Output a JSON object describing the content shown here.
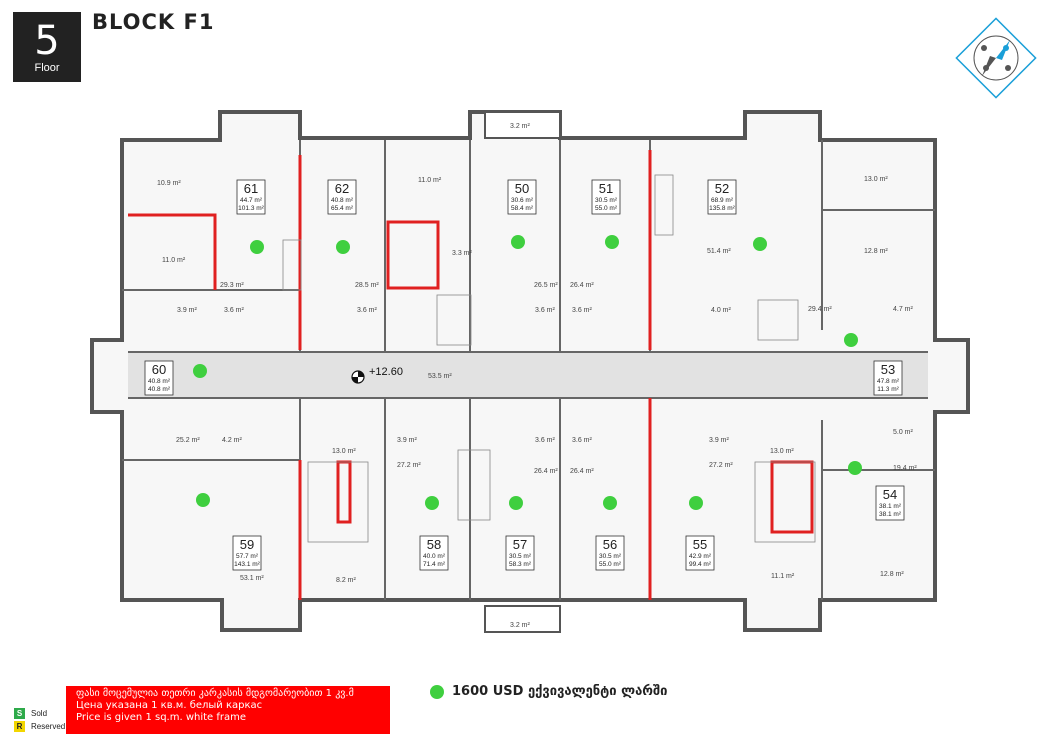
{
  "header": {
    "floor_number": "5",
    "floor_label": "Floor",
    "block_title": "BLOCK F1"
  },
  "colors": {
    "wall": "#555555",
    "red_accent": "#e02020",
    "available_dot": "#3fcf3f",
    "sold": "#2eaa4a",
    "reserved": "#f2d600",
    "note_bg": "#ff0000"
  },
  "level_mark": "+12.60",
  "corridor_area": "53.5 m²",
  "balconies": {
    "top": "3.2 m²",
    "bottom": "3.2 m²"
  },
  "units": [
    {
      "id": "61",
      "area1": "44.7 m²",
      "area2": "101.3 m²"
    },
    {
      "id": "62",
      "area1": "40.8 m²",
      "area2": "65.4 m²"
    },
    {
      "id": "50",
      "area1": "30.6 m²",
      "area2": "58.4 m²"
    },
    {
      "id": "51",
      "area1": "30.5 m²",
      "area2": "55.0 m²"
    },
    {
      "id": "52",
      "area1": "68.9 m²",
      "area2": "135.8 m²"
    },
    {
      "id": "53",
      "area1": "47.8 m²",
      "area2": "11.3 m²"
    },
    {
      "id": "54",
      "area1": "38.1 m²",
      "area2": "38.1 m²"
    },
    {
      "id": "55",
      "area1": "42.9 m²",
      "area2": "99.4 m²"
    },
    {
      "id": "56",
      "area1": "30.5 m²",
      "area2": "55.0 m²"
    },
    {
      "id": "57",
      "area1": "30.5 m²",
      "area2": "58.3 m²"
    },
    {
      "id": "58",
      "area1": "40.0 m²",
      "area2": "71.4 m²"
    },
    {
      "id": "59",
      "area1": "57.7 m²",
      "area2": "143.1 m²"
    },
    {
      "id": "60",
      "area1": "40.8 m²",
      "area2": "40.8 m²"
    }
  ],
  "rooms": {
    "r1": "10.9 m²",
    "r2": "11.0 m²",
    "r3": "29.3 m²",
    "r4": "3.6 m²",
    "r5": "3.9 m²",
    "r6": "28.5 m²",
    "r7": "3.6 m²",
    "r8": "11.0 m²",
    "r9": "3.3 m²",
    "r10": "26.5 m²",
    "r11": "26.4 m²",
    "r12": "3.6 m²",
    "r13": "3.6 m²",
    "r14": "51.4 m²",
    "r15": "4.0 m²",
    "r16": "13.0 m²",
    "r17": "12.8 m²",
    "r18": "29.4 m²",
    "r19": "4.7 m²",
    "r20": "25.2 m²",
    "r21": "4.2 m²",
    "r22": "13.0 m²",
    "r23": "3.9 m²",
    "r24": "27.2 m²",
    "r25": "3.6 m²",
    "r26": "3.6 m²",
    "r27": "26.4 m²",
    "r28": "26.4 m²",
    "r29": "3.9 m²",
    "r30": "27.2 m²",
    "r31": "13.0 m²",
    "r32": "5.0 m²",
    "r33": "19.4 m²",
    "r34": "53.1 m²",
    "r35": "8.2 m²",
    "r36": "11.1 m²",
    "r37": "12.8 m²"
  },
  "legend": {
    "sold_mark": "S",
    "sold_label": "Sold",
    "reserved_mark": "R",
    "reserved_label": "Reserved"
  },
  "price_note": {
    "line1": "ფასი მოცემულია თეთრი კარკასის მდგომარეობით 1 კვ.მ",
    "line2": "Цена указана 1 кв.м. белый каркас",
    "line3": "Price is given 1 sq.m. white frame"
  },
  "price_legend": "1600 USD ექვივალენტი ლარში"
}
